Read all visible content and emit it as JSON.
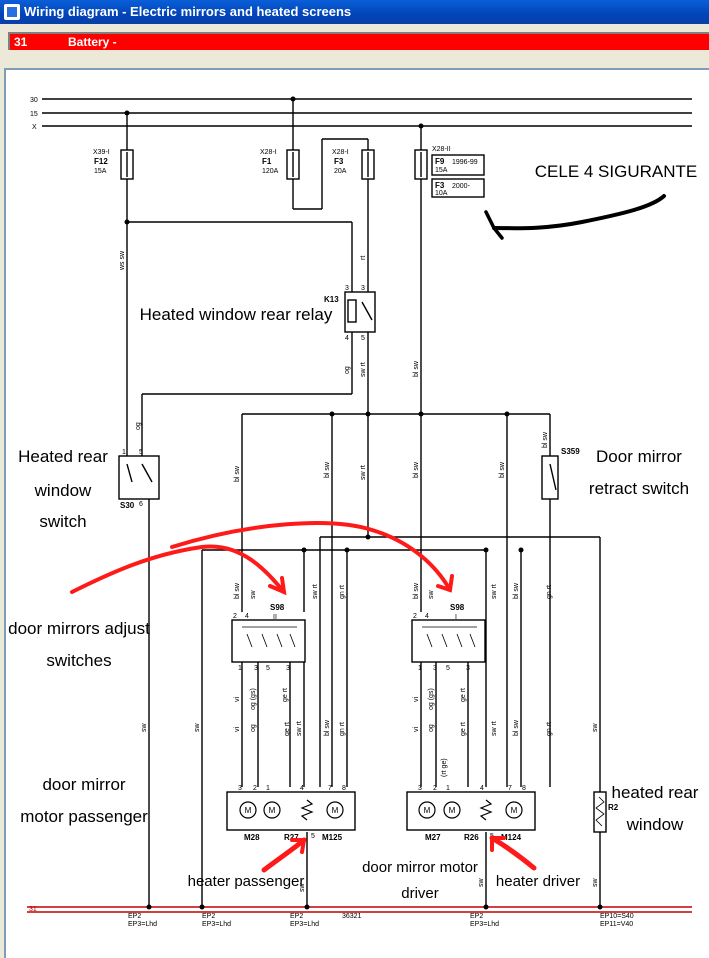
{
  "window": {
    "title": "Wiring diagram - Electric mirrors and heated screens"
  },
  "section": {
    "number": "31",
    "name": "Battery -"
  },
  "rails": {
    "r30": "30",
    "r15": "15",
    "rx": "X"
  },
  "fuses": {
    "f12": {
      "conn": "X39-I",
      "id": "F12",
      "rating": "15A"
    },
    "f1": {
      "conn": "X28-I",
      "id": "F1",
      "rating": "120A"
    },
    "f3a": {
      "conn": "X28-I",
      "id": "F3",
      "rating": "20A"
    },
    "f9": {
      "conn": "X28-II",
      "id": "F9",
      "years": "1996-99",
      "rating": "15A"
    },
    "f3b": {
      "id": "F3",
      "years": "2000-",
      "rating": "10A"
    }
  },
  "relay": {
    "id": "K13",
    "pin3a": "3",
    "pin3b": "3",
    "pin4": "4",
    "pin5": "5"
  },
  "switch_s30": {
    "id": "S30",
    "p1": "1",
    "p5": "5",
    "p6": "6"
  },
  "switch_s359": {
    "id": "S359"
  },
  "switch_s98_left": {
    "id": "S98",
    "sub": "II",
    "p2": "2",
    "p4": "4",
    "p1": "1",
    "p3": "3",
    "p5": "5",
    "p3b": "3"
  },
  "switch_s98_right": {
    "id": "S98",
    "sub": "I",
    "p2": "2",
    "p4": "4",
    "p1": "1",
    "p3": "3",
    "p5": "5",
    "p3b": "3"
  },
  "motors_left": {
    "m28": "M28",
    "r27": "R27",
    "m125": "M125",
    "p3": "3",
    "p2": "2",
    "p1": "1",
    "p4": "4",
    "p7": "7",
    "p8": "8",
    "p5": "5"
  },
  "motors_right": {
    "m27": "M27",
    "r26": "R26",
    "m124": "M124",
    "p3": "3",
    "p2": "2",
    "p1": "1",
    "p4": "4",
    "p7": "7",
    "p8": "8",
    "p5": "5"
  },
  "rear_window": {
    "id": "R2"
  },
  "wires": {
    "ws_sw": "ws sw",
    "rt": "rt",
    "og": "og",
    "sw_rt": "sw rt",
    "bl_sw": "bl sw",
    "gn_rt": "gn rt",
    "vi": "vi",
    "og_gs": "og (gs)",
    "ge_rt": "ge rt",
    "rt_ge": "(rt ge)",
    "sw": "sw"
  },
  "ground": {
    "g1a": "EP2",
    "g1b": "EP3=Lhd",
    "g2a": "EP2",
    "g2b": "EP3=Lhd",
    "g3a": "EP2",
    "g3b": "EP3=Lhd",
    "code": "36321",
    "g4a": "EP2",
    "g4b": "EP3=Lhd",
    "g5a": "EP10=S40",
    "g5b": "EP11=V40",
    "gnd31": "31"
  },
  "annotations": {
    "fuses_note": "CELE 4 SIGURANTE",
    "relay_note": "Heated window rear relay",
    "rear_switch_1": "Heated rear",
    "rear_switch_2": "window",
    "rear_switch_3": "switch",
    "retract_1": "Door mirror",
    "retract_2": "retract switch",
    "adjust_1": "door mirrors adjust",
    "adjust_2": "switches",
    "motor_p_1": "door mirror",
    "motor_p_2": "motor passenger",
    "motor_d_1": "door mirror motor",
    "motor_d_2": "driver",
    "heater_p": "heater passenger",
    "heater_d": "heater driver",
    "rear_win_1": "heated rear",
    "rear_win_2": "window"
  }
}
